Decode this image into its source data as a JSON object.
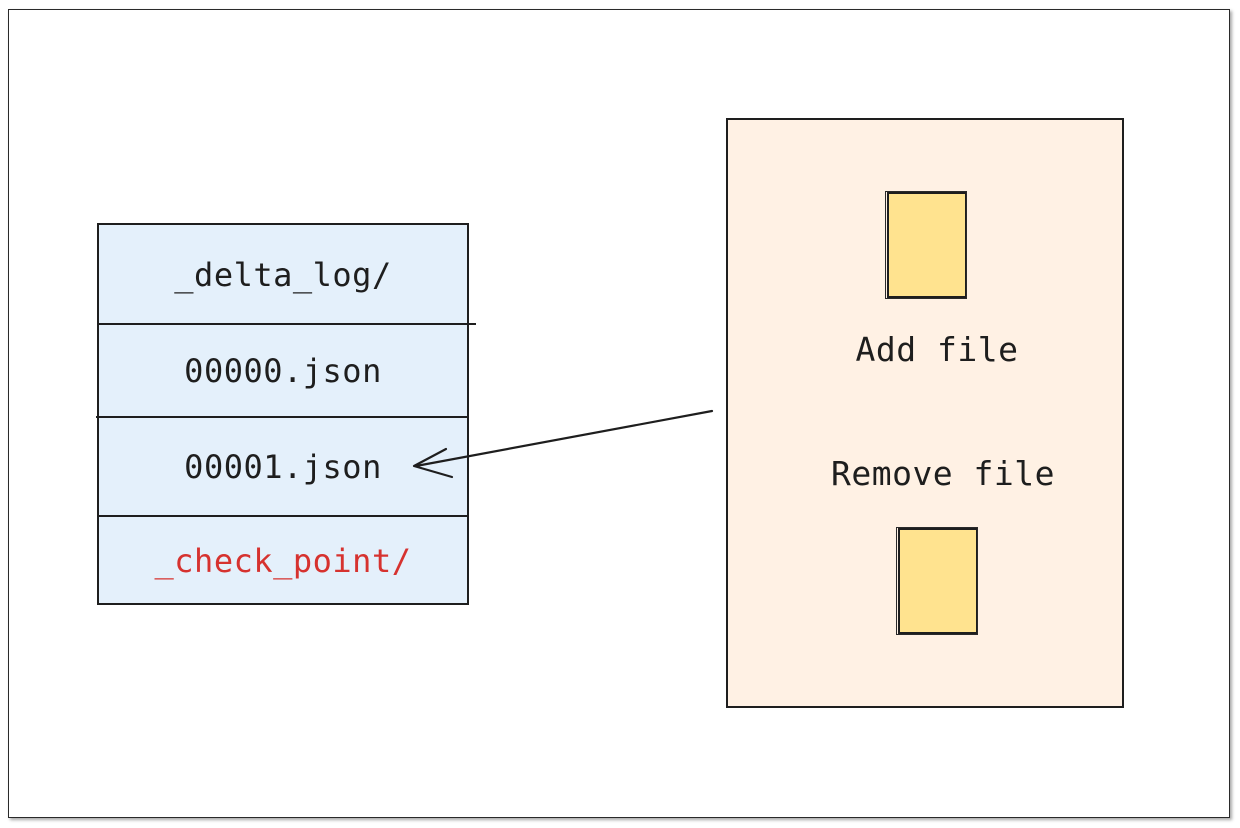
{
  "log_stack": {
    "rows": [
      {
        "label": "_delta_log/"
      },
      {
        "label": "00000.json"
      },
      {
        "label": "00001.json"
      },
      {
        "label": "_check_point/"
      }
    ]
  },
  "action_box": {
    "add_label": "Add file",
    "remove_label": "Remove file"
  },
  "colors": {
    "log_fill": "#e4f0fb",
    "action_fill": "#fff1e4",
    "file_fill": "#ffe38f",
    "checkpoint_text": "#d6322f",
    "stroke": "#1e1e1e"
  }
}
